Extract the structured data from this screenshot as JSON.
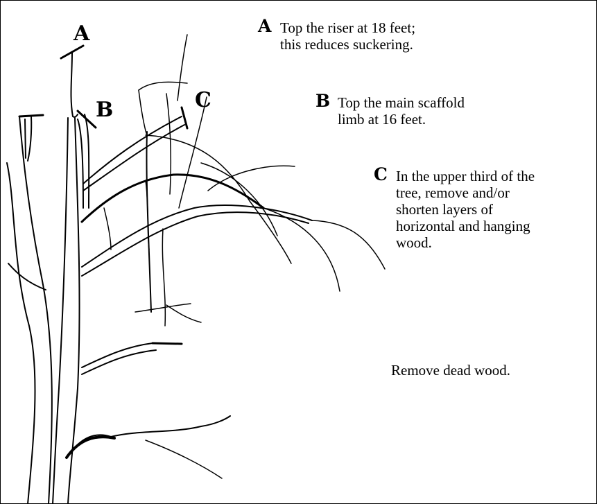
{
  "diagram": {
    "marks": {
      "a": "A",
      "b": "B",
      "c": "C"
    },
    "notes": {
      "a": {
        "key": "A",
        "lines": [
          "Top the riser at 18 feet;",
          "this reduces suckering."
        ]
      },
      "b": {
        "key": "B",
        "lines": [
          "Top the main scaffold",
          "limb at 16 feet."
        ]
      },
      "c": {
        "key": "C",
        "lines": [
          "In the upper third of the",
          "tree, remove and/or",
          "shorten layers of",
          "horizontal and hanging",
          "wood."
        ]
      }
    },
    "dead_wood_label": "Remove dead wood."
  }
}
